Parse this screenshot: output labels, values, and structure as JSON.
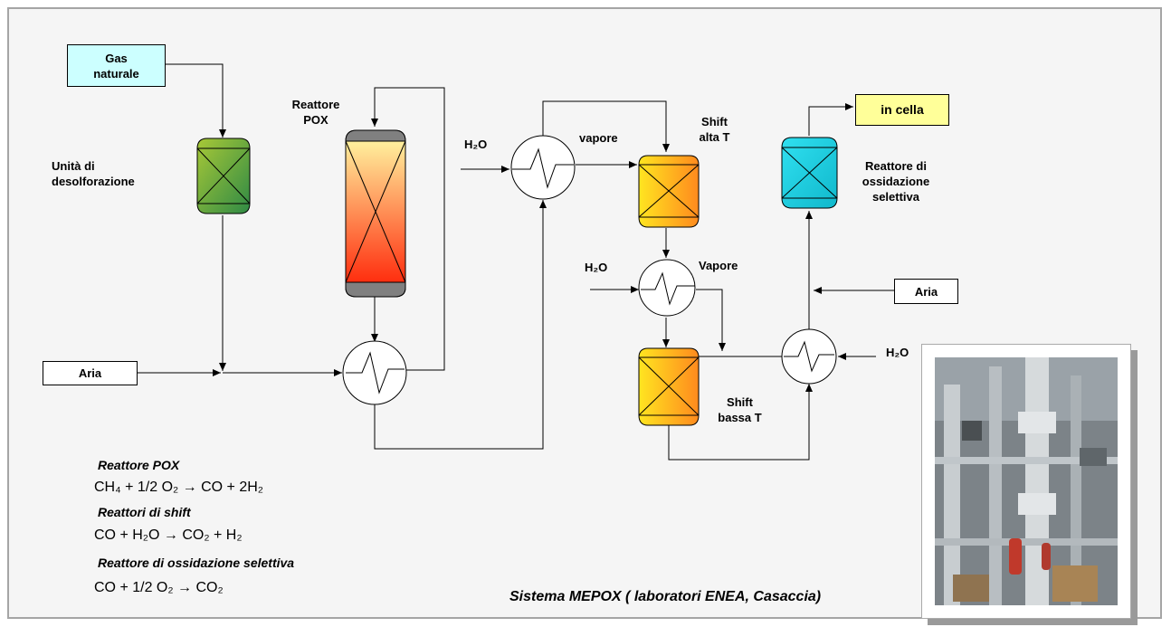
{
  "labels": {
    "gas_naturale": "Gas\nnaturale",
    "unita_desolf": "Unità di\ndesolforazione",
    "reattore_pox": "Reattore\nPOX",
    "aria_left": "Aria",
    "h2o_1": "H₂O",
    "vapore_1": "vapore",
    "shift_alta": "Shift\nalta T",
    "h2o_2": "H₂O",
    "vapore_2": "Vapore",
    "shift_bassa": "Shift\nbassa T",
    "in_cella": "in cella",
    "reattore_ossid": "Reattore di\nossidazione\nselettiva",
    "aria_right": "Aria",
    "h2o_3": "H₂O"
  },
  "reactions": {
    "pox_title": "Reattore POX",
    "pox_eq": "CH₄ + 1/2 O₂ → CO + 2H₂",
    "shift_title": "Reattori di shift",
    "shift_eq": "CO + H₂O → CO₂ + H₂",
    "ossid_title": "Reattore di ossidazione selettiva",
    "ossid_eq": "CO + 1/2 O₂ → CO₂"
  },
  "caption": "Sistema MEPOX ( laboratori ENEA, Casaccia)",
  "colors": {
    "gas_box": "#ccffff",
    "in_cella_box": "#ffff99",
    "desolf_top": "#a8c837",
    "desolf_bottom": "#2f8a45",
    "pox_top": "#ffffa8",
    "pox_bottom": "#ff1a00",
    "shift_yellow": "#ffe520",
    "shift_orange": "#ff8a1e",
    "ossid": "#30e0f0"
  },
  "icons": {
    "heat_exchanger": "heat-exchanger-icon",
    "reactor": "reactor-icon"
  }
}
